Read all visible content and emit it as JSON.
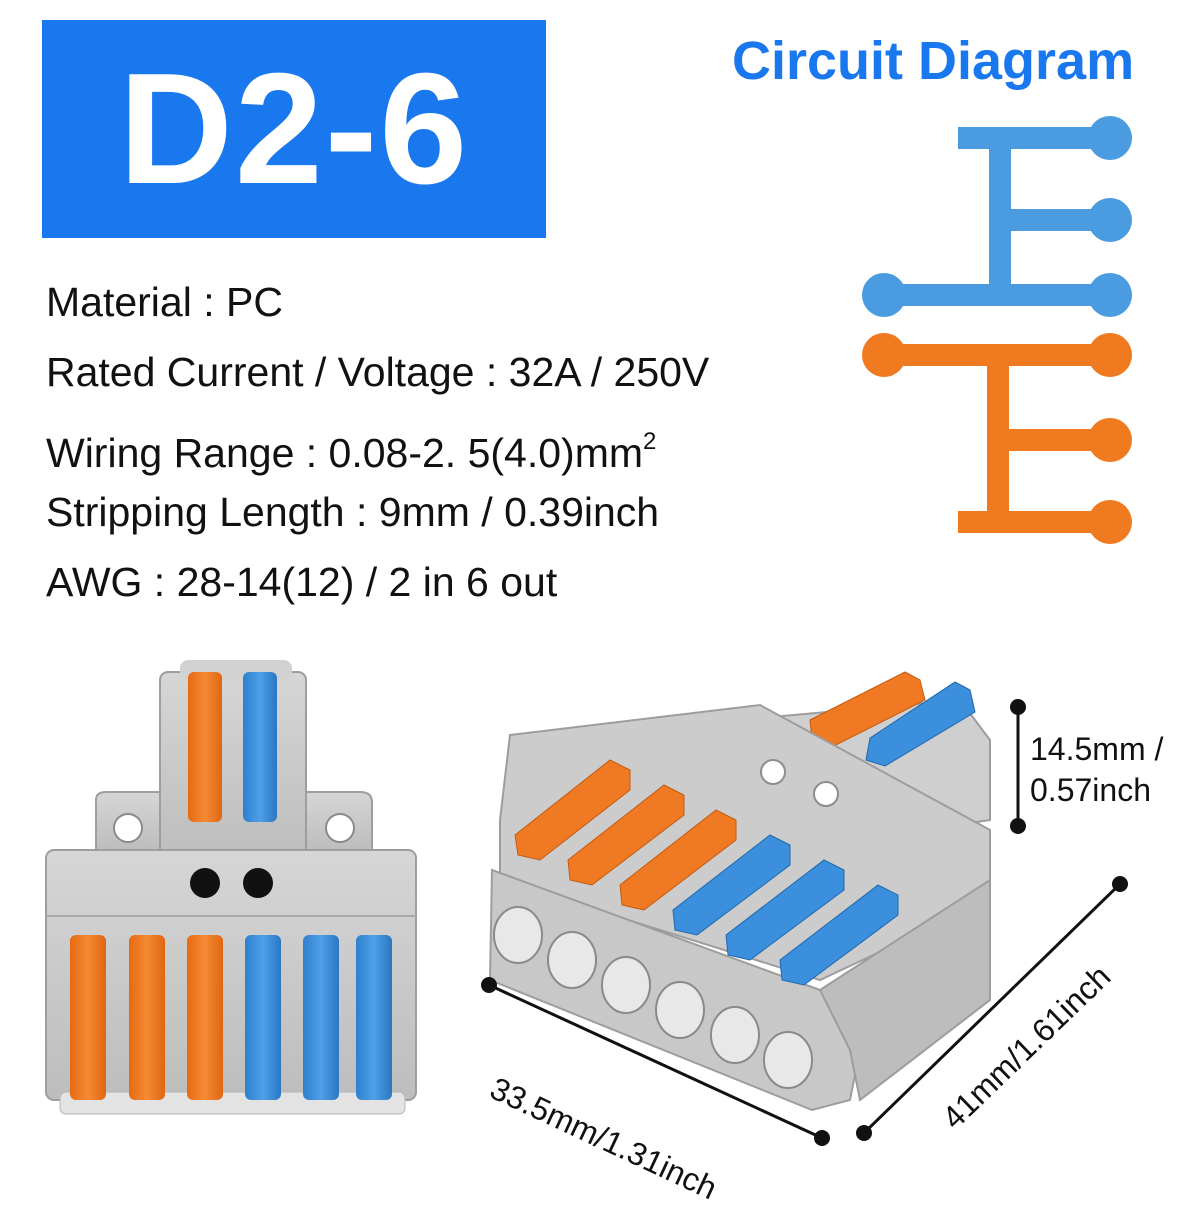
{
  "header": {
    "model": "D2-6",
    "circuit_title": "Circuit Diagram"
  },
  "specs": [
    {
      "text": "Material : PC"
    },
    {
      "text": "Rated Current / Voltage : 32A / 250V"
    },
    {
      "text": "Wiring Range : 0.08-2. 5(4.0)mm",
      "sup": "2"
    },
    {
      "text": "Stripping Length : 9mm / 0.39inch"
    },
    {
      "text": "AWG : 28-14(12) / 2 in 6 out"
    }
  ],
  "dimensions": {
    "height_mm": "14.5mm /",
    "height_in": "0.57inch",
    "width": "33.5mm/1.31inch",
    "depth": "41mm/1.61inch"
  },
  "colors": {
    "accent_blue": "#1a78ef",
    "diagram_blue": "#4a9be0",
    "diagram_orange": "#f07a1f",
    "lever_orange": "#f07a24",
    "lever_blue": "#3b8fdc",
    "housing_gray": "#c9c9c9"
  }
}
